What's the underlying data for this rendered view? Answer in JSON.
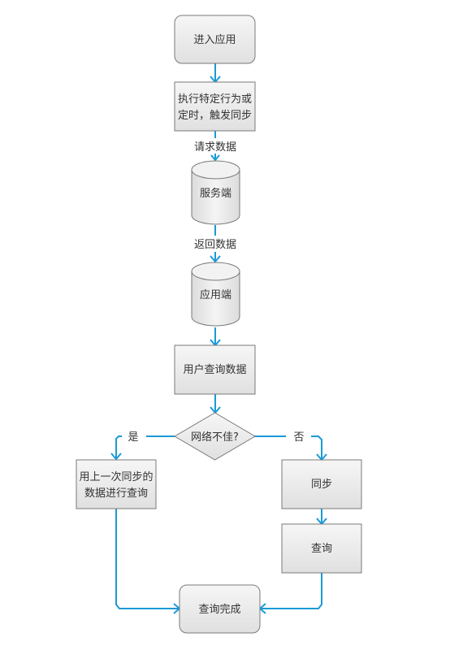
{
  "nodes": {
    "enter_app": "进入应用",
    "trigger_sync_line1": "执行特定行为或",
    "trigger_sync_line2": "定时，触发同步",
    "server": "服务端",
    "app_client": "应用端",
    "user_query": "用户查询数据",
    "network_check": "网络不佳?",
    "use_last_sync_line1": "用上一次同步的",
    "use_last_sync_line2": "数据进行查询",
    "sync": "同步",
    "query": "查询",
    "query_done": "查询完成"
  },
  "edge_labels": {
    "request_data": "请求数据",
    "return_data": "返回数据",
    "yes": "是",
    "no": "否"
  },
  "colors": {
    "connector": "#1a9ad6",
    "node_fill_top": "#f4f4f4",
    "node_fill_bottom": "#e2e2e2",
    "node_stroke": "#7a7a7a",
    "text": "#333333"
  }
}
